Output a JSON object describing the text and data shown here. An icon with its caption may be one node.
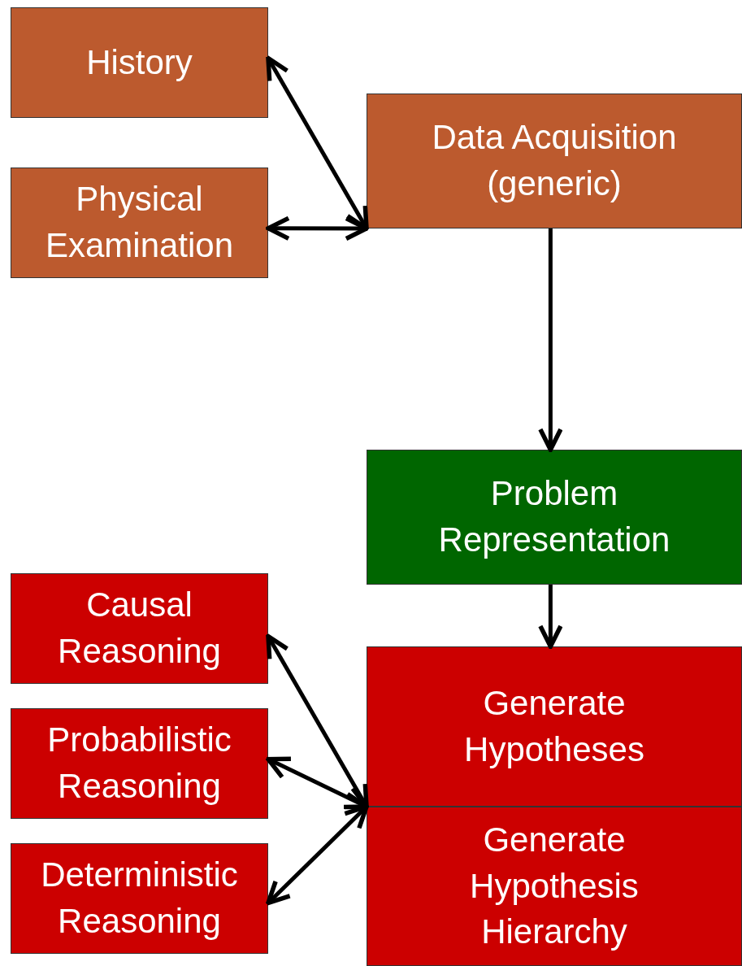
{
  "diagram": {
    "nodes": [
      {
        "text": [
          "History"
        ]
      },
      {
        "text": [
          "Physical Examination"
        ]
      },
      {
        "text": [
          "Data Acquisition (generic)"
        ]
      },
      {
        "text": [
          "Problem Representation"
        ]
      },
      {
        "text": [
          "Causal Reasoning"
        ]
      },
      {
        "text": [
          "Probabilistic Reasoning"
        ]
      },
      {
        "text": [
          "Deterministic Reasoning"
        ]
      },
      {
        "text": [
          "Generate Hypotheses"
        ]
      },
      {
        "text": [
          "Generate Hypothesis Hierarchy"
        ]
      }
    ],
    "edges": [
      {
        "from": 0,
        "to": 2,
        "arrow": "both"
      },
      {
        "from": 1,
        "to": 2,
        "arrow": "both"
      },
      {
        "from": 2,
        "to": 3,
        "arrow": "to"
      },
      {
        "from": 3,
        "to": 7,
        "arrow": "to"
      },
      {
        "from": 4,
        "to": 7,
        "arrow": "both"
      },
      {
        "from": 5,
        "to": 7,
        "arrow": "both"
      },
      {
        "from": 6,
        "to": 7,
        "arrow": "both"
      }
    ]
  }
}
